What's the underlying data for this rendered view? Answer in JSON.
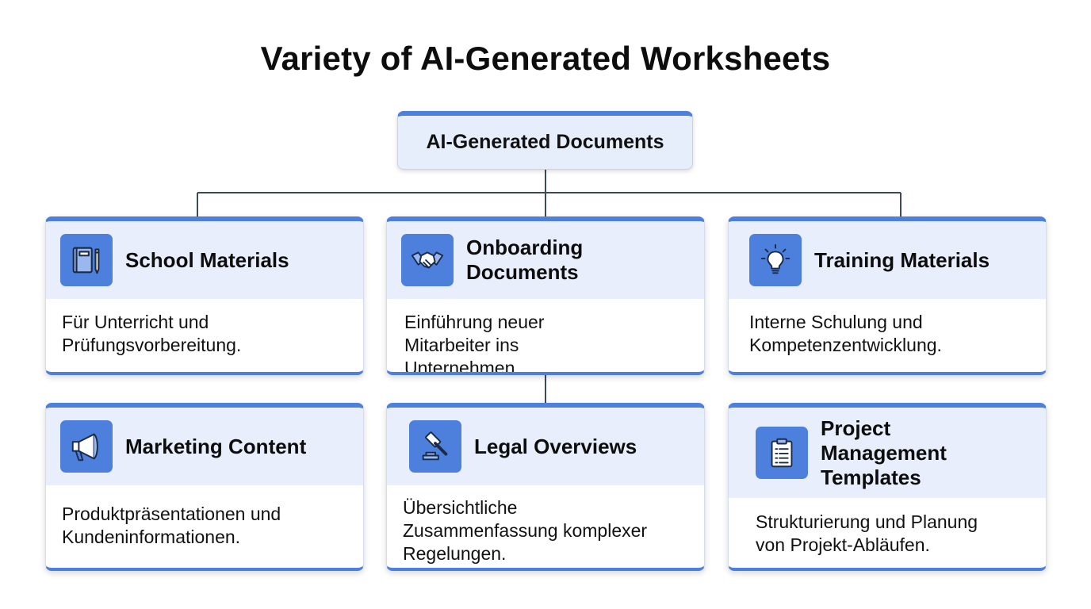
{
  "title": "Variety of AI-Generated Worksheets",
  "root": {
    "label": "AI-Generated Documents"
  },
  "colors": {
    "accent": "#4e7fdd",
    "header_bg": "#e8eefb",
    "connector": "#3d4a5c"
  },
  "cards": [
    {
      "title": "School Materials",
      "description": "Für Unterricht und Prüfungsvorbereitung.",
      "icon": "book-pencil-icon"
    },
    {
      "title": "Onboarding Documents",
      "description": "Einführung neuer Mitarbeiter ins Unternehmen.",
      "icon": "handshake-icon"
    },
    {
      "title": "Training Materials",
      "description": "Interne Schulung und Kompetenzentwicklung.",
      "icon": "lightbulb-icon"
    },
    {
      "title": "Marketing Content",
      "description": "Produktpräsentationen und Kundeninformationen.",
      "icon": "megaphone-icon"
    },
    {
      "title": "Legal Overviews",
      "description": "Übersichtliche Zusammenfassung komplexer Regelungen.",
      "icon": "gavel-icon"
    },
    {
      "title": "Project Management Templates",
      "description": "Strukturierung und Planung von Projekt-Abläufen.",
      "icon": "clipboard-icon"
    }
  ]
}
